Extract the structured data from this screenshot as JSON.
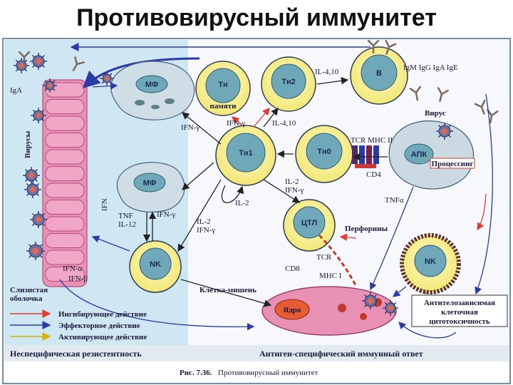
{
  "title": "Противовирусный иммунитет",
  "colors": {
    "inhibit": "#e63a2e",
    "effector": "#2a3aa8",
    "activate": "#d6b400",
    "left_bg": "#cfe6f3",
    "cell_fill": "#f7f28c",
    "nucleus": "#6fa9b9"
  },
  "cells": {
    "mf_top": "МФ",
    "th_mem_1": "Тн",
    "th_mem_2": "памяти",
    "th2": "Тн2",
    "b": "B",
    "th1": "Тн1",
    "th0": "Тн0",
    "apk": "АПК",
    "mf_mid": "МФ",
    "ctl": "ЦТЛ",
    "nk_left": "NK",
    "nk_right": "NK",
    "nucleus_target": "Ядро"
  },
  "labels": {
    "iga_left": "IgA",
    "viruses": "Вирусы",
    "il_4_10_top": "IL-4,10",
    "igm_igg": "IgM  IgG  IgA  IgE",
    "ifn_g_th1_mf": "IFN-γ",
    "ifn_g_th1_th2": "IFN-γ",
    "il_4_10_mid": "IL-4,10",
    "virus": "Вирус",
    "tcr_mhc": "TCR  MHC II",
    "cd4": "CD4",
    "processing": "Процессинг",
    "ifn_g_vertical": "IFN",
    "il2_loop": "IL-2",
    "il2_ctl": "IL-2",
    "ifn_g_ctl": "IFN-γ",
    "tnf_alpha": "TNFα",
    "tnf": "TNF",
    "il12": "IL-12",
    "ifn_g_mf_nk": "IFN-γ",
    "il2_nk": "IL-2",
    "ifn_g_nk": "IFN-γ",
    "perforins": "Перфорины",
    "tcr": "TCR",
    "cd8": "CD8",
    "mhc1": "MHC I",
    "ifn_a": "IFN-α",
    "ifn_b": "IFN-β",
    "mucosa_1": "Слизистая",
    "mucosa_2": "оболочка",
    "target_cell": "Клетка-мишень",
    "adcc_1": "Антителозависимая",
    "adcc_2": "клеточная",
    "adcc_3": "цитотоксичность"
  },
  "legend": [
    "Ингибирующее действие",
    "Эффекторное действие",
    "Активирующее действие"
  ],
  "footer": {
    "left": "Неспецифическая резистентность",
    "right": "Антиген-специфический иммунный ответ",
    "caption_num": "Рис. 7.36.",
    "caption_text": "Противовирусный иммунитет"
  }
}
